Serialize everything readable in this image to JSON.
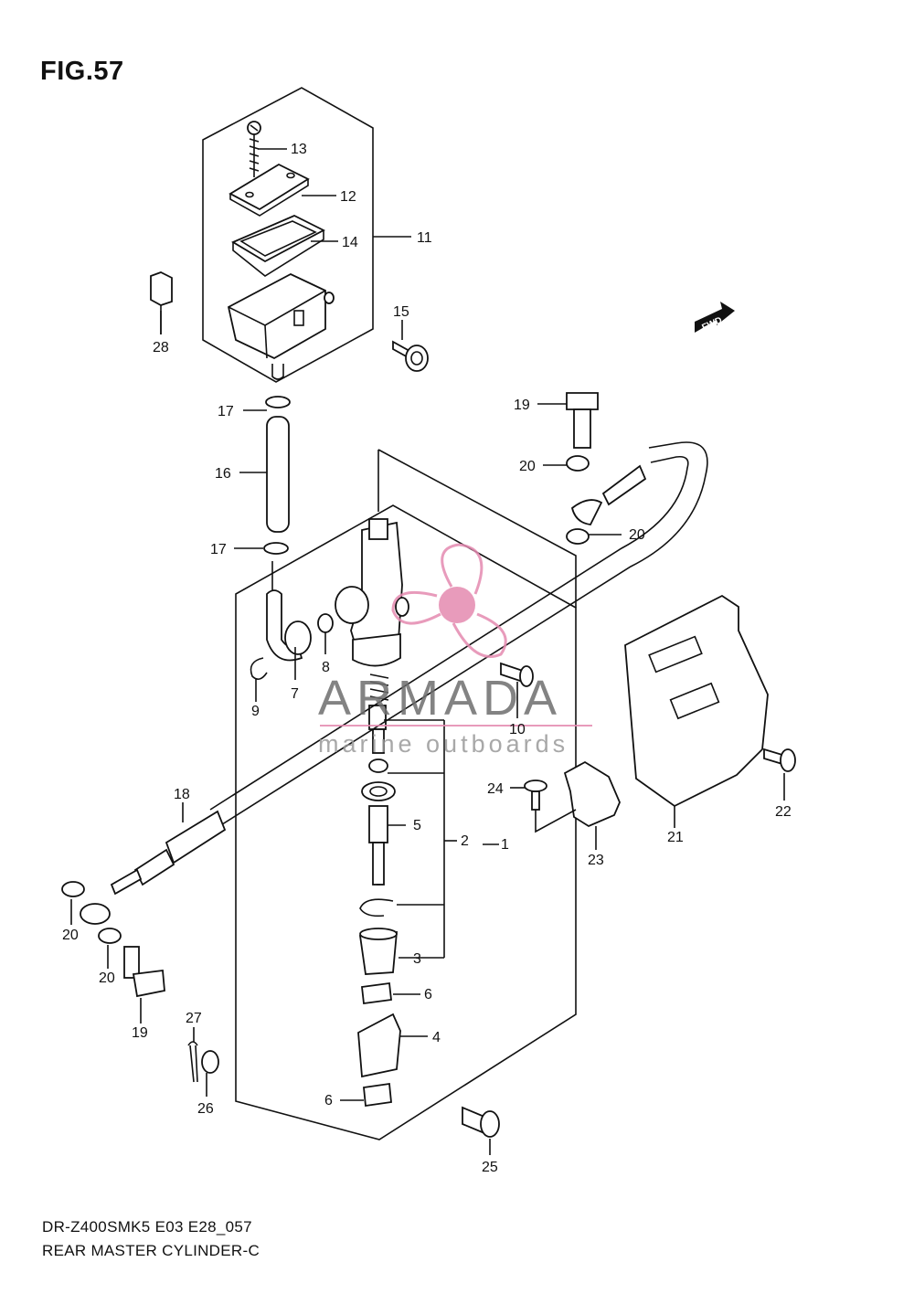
{
  "figure": {
    "title": "FIG.57",
    "footer_code": "DR-Z400SMK5 E03 E28_057",
    "footer_name": "REAR MASTER CYLINDER-C"
  },
  "watermark": {
    "brand": "ARMADA",
    "tagline": "marine outboards",
    "logo_color": "#e48ab0"
  },
  "direction_badge": "FWD",
  "callouts": [
    "1",
    "2",
    "3",
    "4",
    "5",
    "6",
    "6",
    "7",
    "8",
    "9",
    "10",
    "11",
    "12",
    "13",
    "14",
    "15",
    "16",
    "17",
    "17",
    "18",
    "19",
    "19",
    "20",
    "20",
    "20",
    "20",
    "21",
    "22",
    "23",
    "24",
    "25",
    "26",
    "27",
    "28"
  ]
}
